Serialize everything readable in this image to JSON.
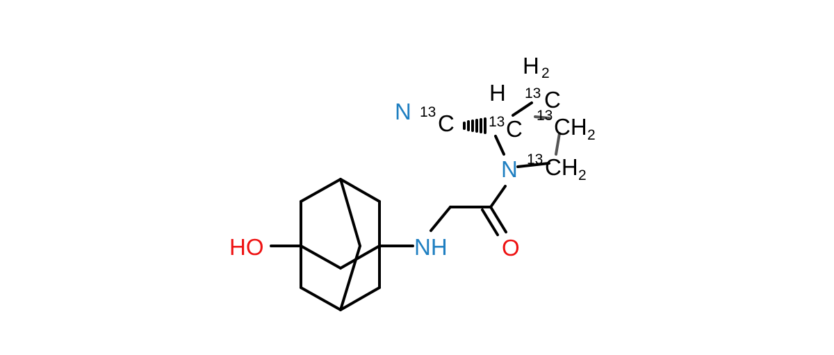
{
  "colors": {
    "carbon": "#000000",
    "nitrogen": "#1f7fc1",
    "oxygen": "#ee1111",
    "isotope_carbon": "#666666",
    "background": "#ffffff"
  },
  "labels": {
    "hydroxyl": "HO",
    "amine": "NH",
    "carbonyl_oxygen": "O",
    "nitrile_nitrogen": "N",
    "nitrile_carbon": "C",
    "nitrile_isotope": "13",
    "chiral_h": "H",
    "chiral_carbon": "C",
    "chiral_isotope": "13",
    "ring_nitrogen": "N",
    "top_h2": "H",
    "top_h2_sub": "2",
    "top_carbon": "C",
    "top_isotope": "13",
    "right_carbon": "CH",
    "right_sub": "2",
    "right_isotope": "13",
    "lower_carbon": "CH",
    "lower_sub": "2",
    "lower_isotope": "13"
  }
}
